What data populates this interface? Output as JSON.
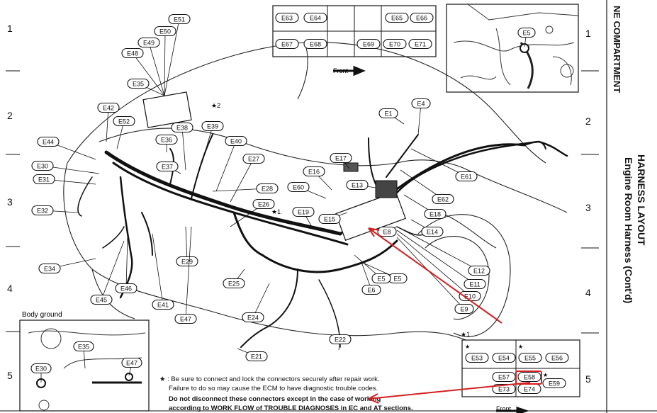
{
  "title": "HARNESS LAYOUT",
  "subtitle": "Engine Room Harness (Cont'd)",
  "section_tab": "NE COMPARTMENT",
  "zones_left": [
    "1",
    "2",
    "3",
    "4",
    "5"
  ],
  "zones_right": [
    "1",
    "2",
    "3",
    "4",
    "5"
  ],
  "front_label_top": "Front",
  "front_label_bottom": "Front",
  "body_ground_label": "Body ground",
  "star_note": "★2",
  "star1_note": "★1",
  "star1_inset": "★1",
  "notes": {
    "line1": "★ : Be sure to connect and lock the connectors securely after repair work.",
    "line2": "Failure to do so may cause the ECM to have diagnostic trouble codes.",
    "line3": "Do not disconnect these connectors except in the case of working",
    "line4": "according to WORK FLOW of TROUBLE DIAGNOSES in EC and AT sections."
  },
  "connectors_top_box": [
    "E63",
    "E64",
    "E65",
    "E66",
    "E67",
    "E68",
    "E69",
    "E70",
    "E71"
  ],
  "connectors_inset_right": [
    "E53",
    "E54",
    "E55",
    "E56",
    "E57",
    "E58",
    "E73",
    "E74",
    "E59"
  ],
  "connectors_body_ground": [
    "E35",
    "E30",
    "E47"
  ],
  "connectors_main": [
    "E51",
    "E50",
    "E49",
    "E48",
    "E35",
    "E42",
    "E52",
    "E36",
    "E38",
    "E39",
    "E40",
    "E27",
    "E44",
    "E30",
    "E31",
    "E37",
    "E28",
    "E26",
    "E32",
    "E29",
    "E34",
    "E46",
    "E45",
    "E41",
    "E47",
    "E25",
    "E24",
    "E21",
    "E22",
    "E1",
    "E4",
    "E5",
    "E61",
    "E17",
    "E16",
    "E60",
    "E13",
    "E19",
    "E15",
    "E8",
    "E62",
    "E18",
    "E14",
    "E5",
    "E6",
    "E12",
    "E11",
    "E10",
    "E9"
  ],
  "highlighted_connector": "E58",
  "annotation_color": "#d42020"
}
